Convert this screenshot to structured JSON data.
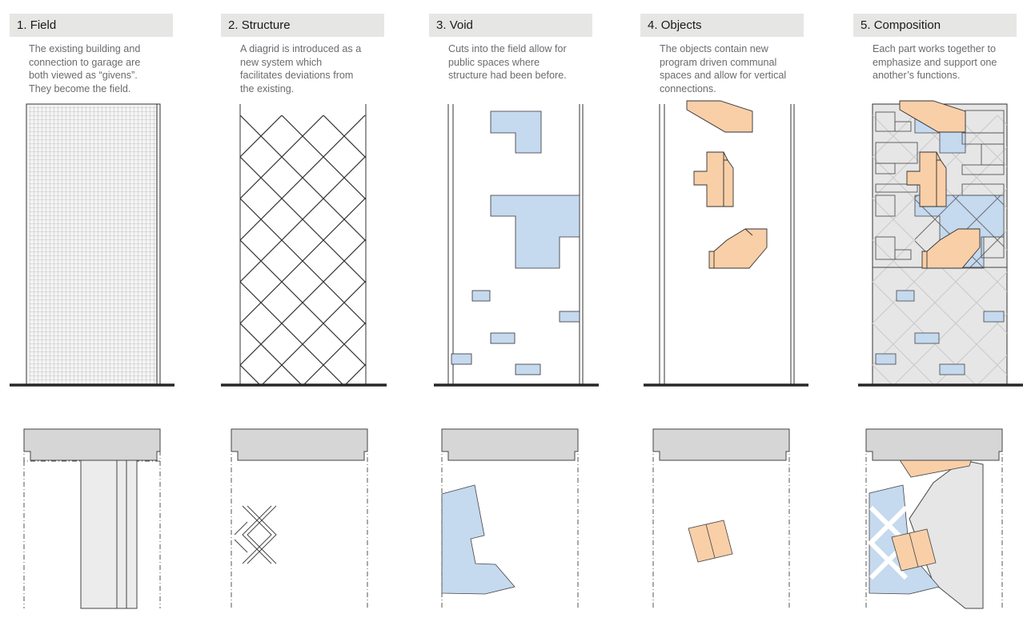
{
  "panels": [
    {
      "num": "1.",
      "title": "Field",
      "desc": "The existing building and\nconnection to garage are\nboth viewed as “givens”.\nThey become the field."
    },
    {
      "num": "2.",
      "title": "Structure",
      "desc": "A diagrid is introduced as a\nnew system which\nfacilitates deviations from\nthe existing."
    },
    {
      "num": "3.",
      "title": "Void",
      "desc": "Cuts into the field allow for\npublic spaces where\nstructure had been before."
    },
    {
      "num": "4.",
      "title": "Objects",
      "desc": "The objects contain new\nprogram driven communal\nspaces and allow for vertical\nconnections."
    },
    {
      "num": "5.",
      "title": "Composition",
      "desc": "Each part works together to\nemphasize and support one\nanother’s functions."
    }
  ],
  "colors": {
    "header_bg": "#e6e6e5",
    "void_blue": "#c5d9ef",
    "object_orange": "#f9cfa8",
    "field_grey": "#e6e6e6",
    "ground": "#262626"
  }
}
